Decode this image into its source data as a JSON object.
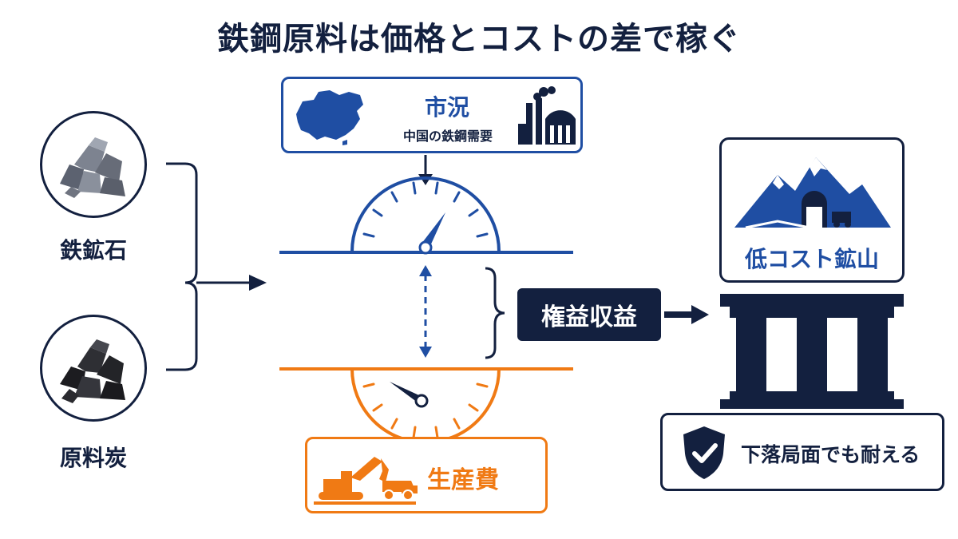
{
  "title": "鉄鋼原料は価格とコストの差で稼ぐ",
  "inputs": [
    {
      "label": "鉄鉱石",
      "icon": "iron-ore-icon"
    },
    {
      "label": "原料炭",
      "icon": "coking-coal-icon"
    }
  ],
  "market": {
    "title": "市況",
    "subtitle": "中国の鉄鋼需要",
    "icons": [
      "china-map-icon",
      "steel-factory-icon"
    ]
  },
  "production_cost": {
    "title": "生産費",
    "icons": [
      "excavator-icon",
      "dump-truck-icon"
    ]
  },
  "profit": {
    "label": "権益収益"
  },
  "mine": {
    "label": "低コスト鉱山",
    "icon": "mine-mountain-icon"
  },
  "resilience": {
    "label": "下落局面でも耐える",
    "icon": "shield-check-icon"
  },
  "colors": {
    "navy": "#13203f",
    "blue": "#1f4ea3",
    "orange": "#f07a14"
  }
}
